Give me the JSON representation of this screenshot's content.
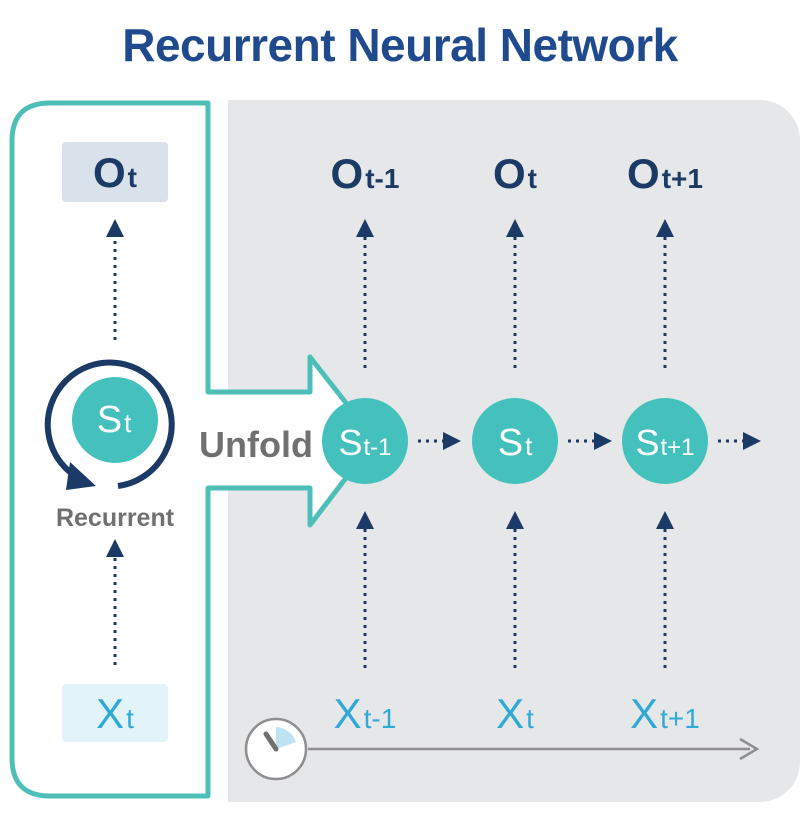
{
  "title": "Recurrent Neural Network",
  "folded": {
    "output": {
      "base": "O",
      "sub": "t"
    },
    "state": {
      "base": "S",
      "sub": "t"
    },
    "input": {
      "base": "X",
      "sub": "t"
    },
    "loop_label": "Recurrent"
  },
  "unfold_label": "Unfold",
  "unfolded": [
    {
      "output": {
        "base": "O",
        "sub": "t-1"
      },
      "state": {
        "base": "S",
        "sub": "t-1"
      },
      "input": {
        "base": "X",
        "sub": "t-1"
      }
    },
    {
      "output": {
        "base": "O",
        "sub": "t"
      },
      "state": {
        "base": "S",
        "sub": "t"
      },
      "input": {
        "base": "X",
        "sub": "t"
      }
    },
    {
      "output": {
        "base": "O",
        "sub": "t+1"
      },
      "state": {
        "base": "S",
        "sub": "t+1"
      },
      "input": {
        "base": "X",
        "sub": "t+1"
      }
    }
  ],
  "colors": {
    "title": "#1f4b8e",
    "node": "#45c1bd",
    "frame": "#4dbfb8",
    "arrow": "#1b3a66",
    "panel": "#e6e7e9",
    "output_box": "#d9e1ea",
    "input_box": "#e2f3fa",
    "input_text": "#2fa9d6",
    "label_gray": "#707070"
  },
  "icons": [
    "clock-icon",
    "time-axis-arrow"
  ]
}
